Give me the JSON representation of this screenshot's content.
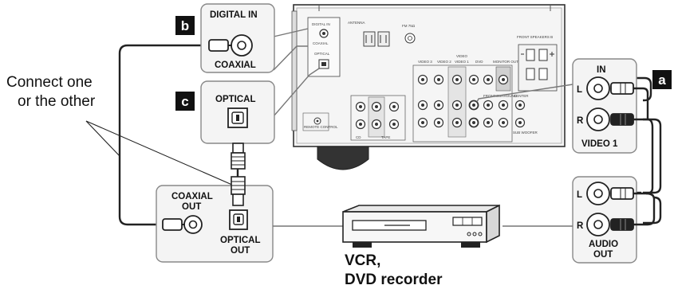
{
  "labels": {
    "connect_line1": "Connect one",
    "connect_line2": "or the other",
    "badge_a": "a",
    "badge_b": "b",
    "badge_c": "c",
    "digital_in": "DIGITAL IN",
    "coaxial": "COAXIAL",
    "optical": "OPTICAL",
    "coaxial_out_1": "COAXIAL",
    "coaxial_out_2": "OUT",
    "optical_out_1": "OPTICAL",
    "optical_out_2": "OUT",
    "in_label": "IN",
    "l_in": "L",
    "r_in": "R",
    "video1": "VIDEO 1",
    "l_out": "L",
    "r_out": "R",
    "audio_out_1": "AUDIO",
    "audio_out_2": "OUT",
    "device_1": "VCR,",
    "device_2": "DVD recorder"
  },
  "panel_text": {
    "antenna": "ANTENNA",
    "digital_in_small": "DIGITAL IN",
    "coaxial_small": "COAXIAL",
    "optical_small": "OPTICAL",
    "fm": "FM 75Ω",
    "front_speakers": "FRONT SPEAKERS B",
    "video": "VIDEO",
    "video1_small": "VIDEO 1",
    "video2_small": "VIDEO 2",
    "video3_small": "VIDEO 3",
    "dvd_small": "DVD",
    "monitor_small": "MONITOR OUT",
    "front_small": "FRONT",
    "surround_small": "SURROUND",
    "center_small": "CENTER",
    "subwoofer_small": "SUB WOOFER",
    "cd_small": "CD",
    "tape_small": "TAPE",
    "remote_small": "REMOTE CONTROL"
  },
  "colors": {
    "badge": "#111111",
    "panel": "#f4f4f4",
    "line": "#222222",
    "callout": "#777777"
  }
}
